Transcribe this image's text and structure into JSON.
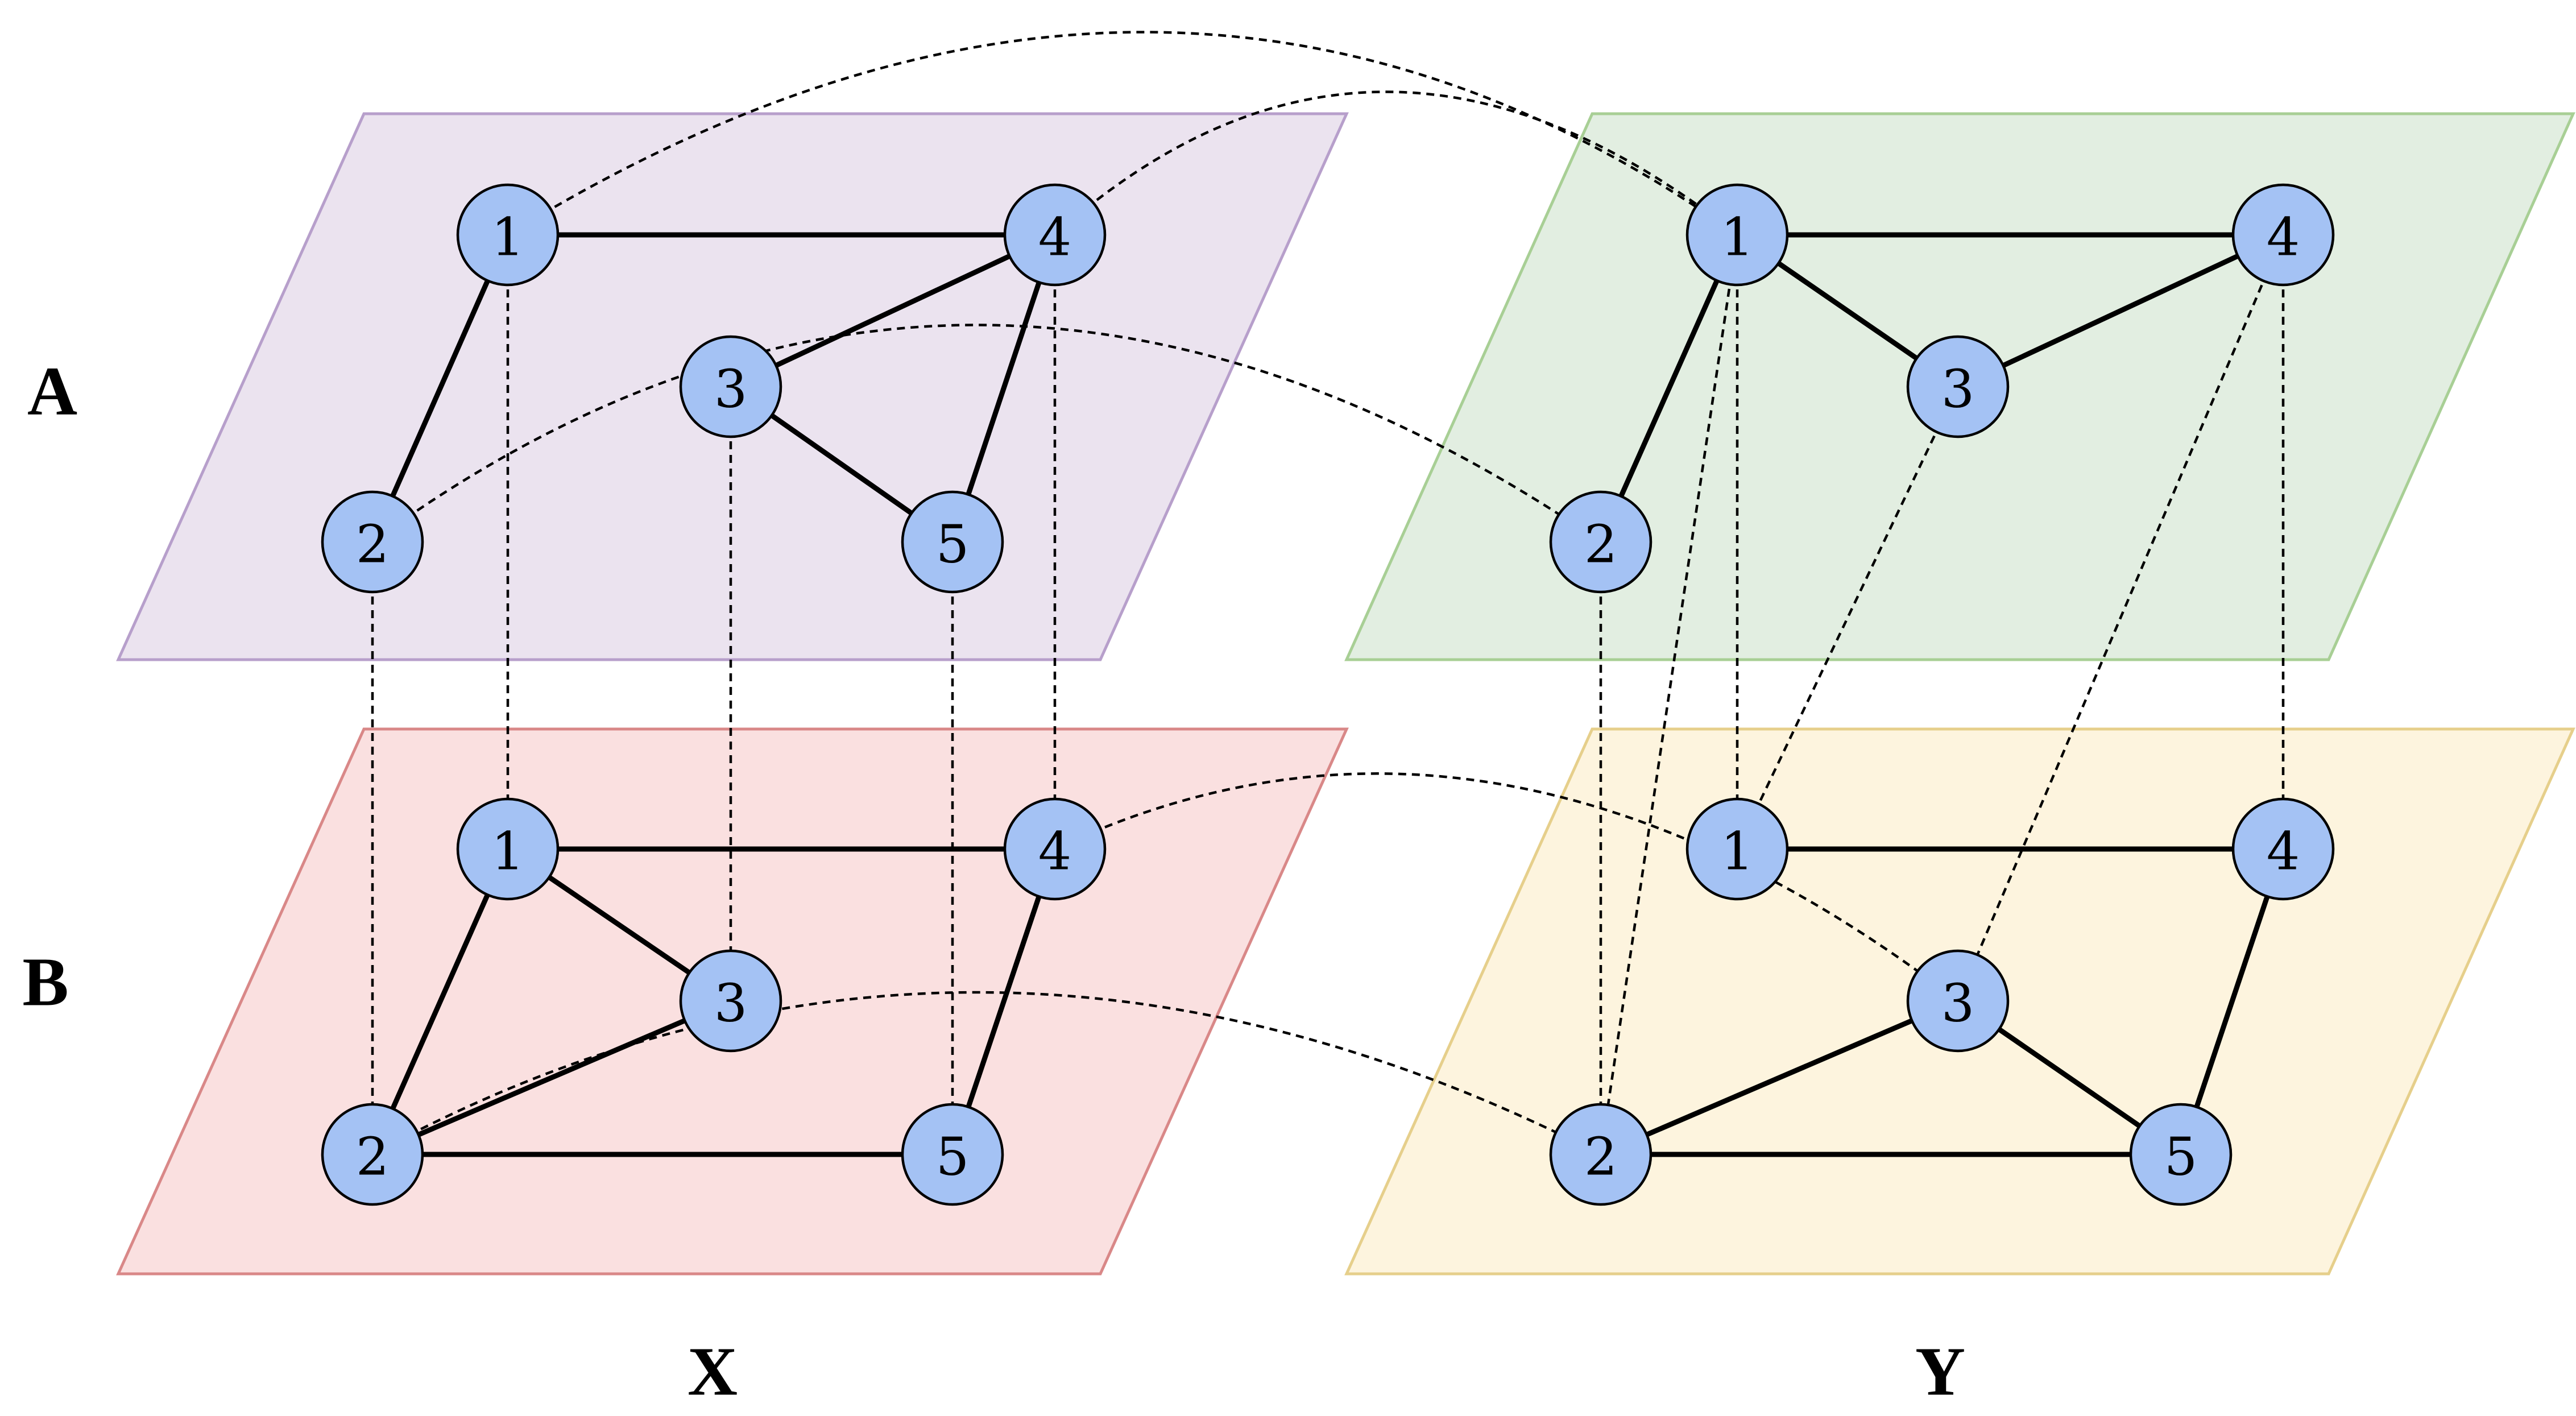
{
  "labels": {
    "row_a": "A",
    "row_b": "B",
    "col_x": "X",
    "col_y": "Y"
  },
  "colors": {
    "node_fill": "#a4c2f4",
    "AX_fill": "#ebe3ef",
    "AX_stroke": "#b79fcb",
    "BX_fill": "#fae0e0",
    "BX_stroke": "#d98888",
    "AY_fill": "#e2eee1",
    "AY_stroke": "#a8cf95",
    "BY_fill": "#fdf4de",
    "BY_stroke": "#e6cf8b"
  },
  "layers": [
    {
      "id": "AX",
      "row": "A",
      "col": "X",
      "nodes": [
        "1",
        "2",
        "3",
        "4",
        "5"
      ],
      "edges": [
        [
          "1",
          "4"
        ],
        [
          "1",
          "2"
        ],
        [
          "4",
          "3"
        ],
        [
          "3",
          "5"
        ],
        [
          "4",
          "5"
        ]
      ]
    },
    {
      "id": "BX",
      "row": "B",
      "col": "X",
      "nodes": [
        "1",
        "2",
        "3",
        "4",
        "5"
      ],
      "edges": [
        [
          "1",
          "4"
        ],
        [
          "1",
          "2"
        ],
        [
          "1",
          "3"
        ],
        [
          "2",
          "3"
        ],
        [
          "2",
          "5"
        ],
        [
          "4",
          "5"
        ]
      ]
    },
    {
      "id": "AY",
      "row": "A",
      "col": "Y",
      "nodes": [
        "1",
        "2",
        "3",
        "4"
      ],
      "edges": [
        [
          "1",
          "4"
        ],
        [
          "1",
          "3"
        ],
        [
          "3",
          "4"
        ],
        [
          "1",
          "2"
        ]
      ]
    },
    {
      "id": "BY",
      "row": "B",
      "col": "Y",
      "nodes": [
        "1",
        "2",
        "3",
        "4",
        "5"
      ],
      "edges": [
        [
          "1",
          "4"
        ],
        [
          "4",
          "5"
        ],
        [
          "2",
          "5"
        ],
        [
          "2",
          "3"
        ],
        [
          "3",
          "5"
        ]
      ]
    }
  ],
  "interlayer_links": [
    {
      "from": "AX.1",
      "to": "AY.1"
    },
    {
      "from": "AX.4",
      "to": "AY.1"
    },
    {
      "from": "AX.2",
      "to": "AY.2"
    },
    {
      "from": "AX.1",
      "to": "BX.1"
    },
    {
      "from": "AX.2",
      "to": "BX.2"
    },
    {
      "from": "AX.3",
      "to": "BX.3"
    },
    {
      "from": "AX.4",
      "to": "BX.4"
    },
    {
      "from": "AX.5",
      "to": "BX.5"
    },
    {
      "from": "AY.1",
      "to": "BY.1"
    },
    {
      "from": "AY.1",
      "to": "BY.2"
    },
    {
      "from": "AY.2",
      "to": "BY.2"
    },
    {
      "from": "AY.3",
      "to": "BY.1"
    },
    {
      "from": "AY.4",
      "to": "BY.3"
    },
    {
      "from": "AY.4",
      "to": "BY.4"
    },
    {
      "from": "BX.4",
      "to": "BY.3"
    },
    {
      "from": "BX.2",
      "to": "BY.2"
    }
  ]
}
